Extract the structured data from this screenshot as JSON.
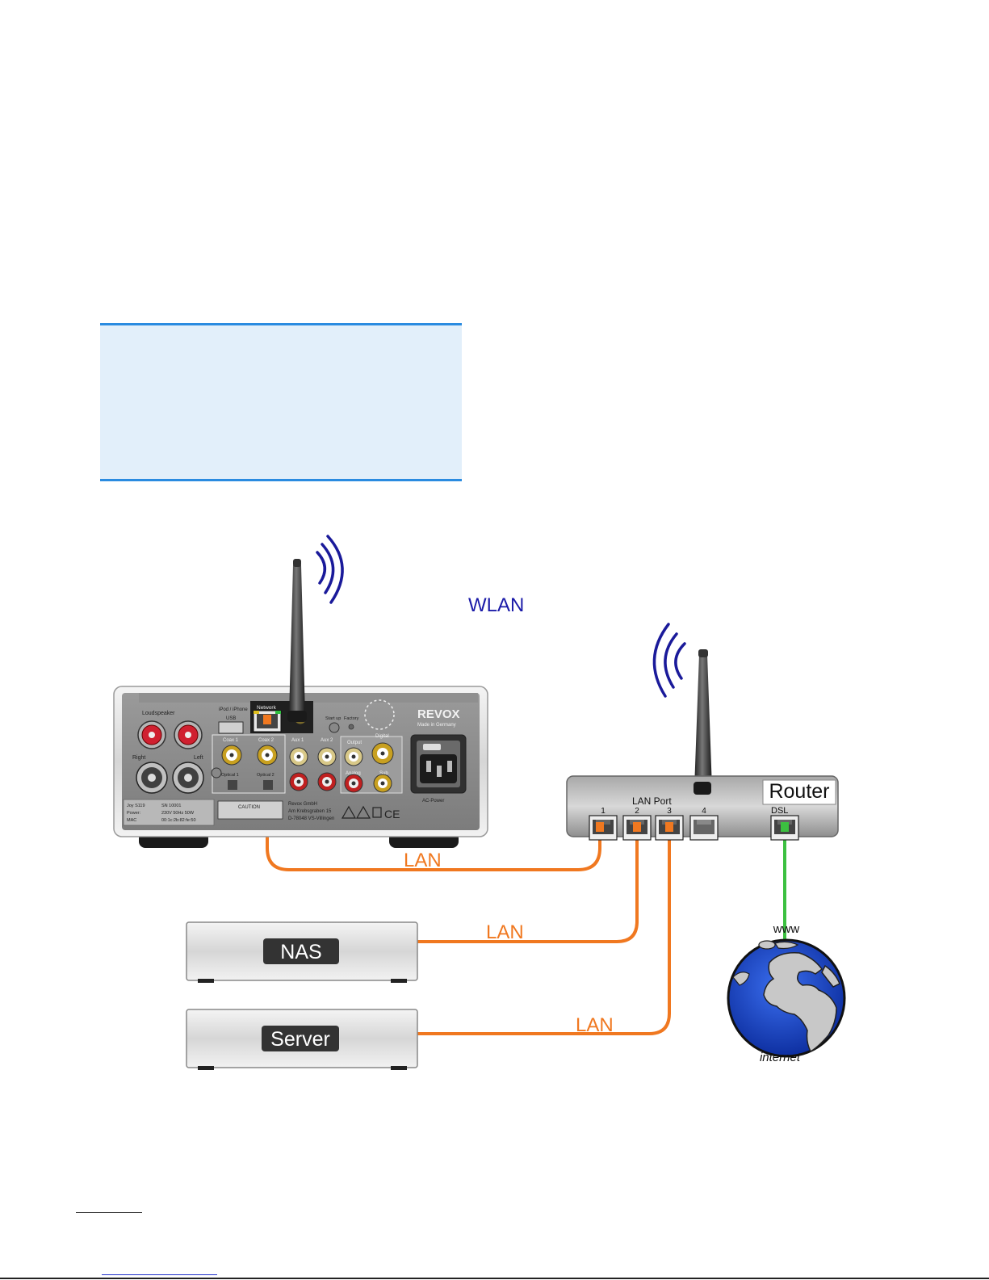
{
  "labels": {
    "wlan": "WLAN",
    "lan_1": "LAN",
    "lan_2": "LAN",
    "lan_3": "LAN",
    "router": "Router",
    "lan_port": "LAN Port",
    "dsl": "DSL",
    "www": "www",
    "internet": "internet",
    "nas": "NAS",
    "server": "Server"
  },
  "router_ports": [
    "1",
    "2",
    "3",
    "4"
  ],
  "device_panel": {
    "brand": "REVOX",
    "made_in": "Made in Germany",
    "loudspeaker": "Loudspeaker",
    "right": "Right",
    "left": "Left",
    "ipod": "iPod / iPhone",
    "usb": "USB",
    "network": "Network",
    "setup": "Start up",
    "factory": "Factory",
    "coax1": "Coax 1",
    "coax2": "Coax 2",
    "aux1": "Aux 1",
    "aux2": "Aux 2",
    "output": "Output",
    "digital": "Digital",
    "analog": "Analog",
    "sub": "Sub",
    "optical1": "Optical 1",
    "optical2": "Optical 2",
    "caution": "CAUTION",
    "company": "Revox GmbH",
    "street": "Am Krebsgraben 15",
    "city": "D-78048 VS-Villingen",
    "acpower": "AC-Power",
    "model": "Joy S119",
    "sn": "SN 10001",
    "power_label": "Power:",
    "power_val": "230V 50Hz 50W",
    "mac_label": "MAC",
    "mac_val": "00:1c:2b:82:fe:50"
  },
  "colors": {
    "lan_cable": "#f07820",
    "dsl_cable": "#3cc040",
    "wlan_text": "#1a1aa8",
    "note_fill": "#e2effa",
    "note_border": "#2a8be0",
    "globe_ocean": "#1e4fd8"
  }
}
